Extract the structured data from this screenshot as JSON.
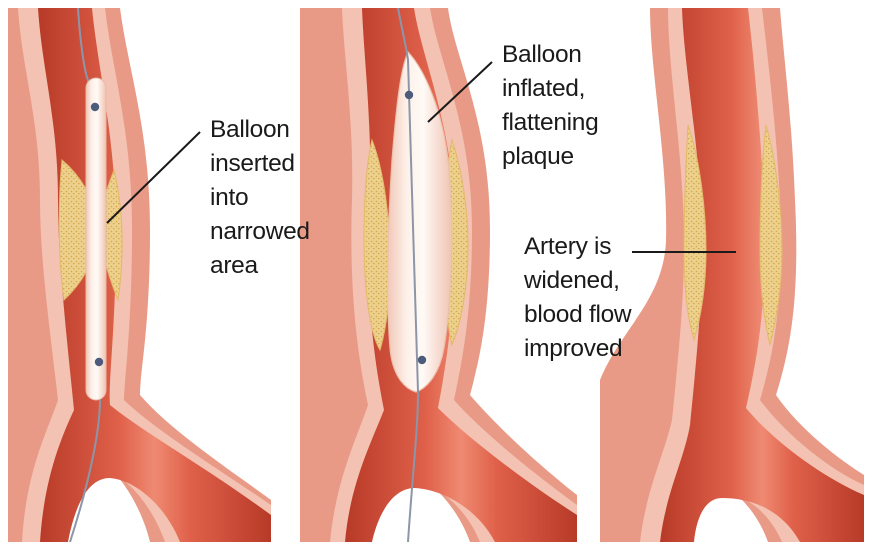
{
  "panels": [
    {
      "id": "balloon-inserted",
      "caption_lines": [
        "Balloon",
        "inserted",
        "into",
        "narrowed",
        "area"
      ]
    },
    {
      "id": "balloon-inflated",
      "caption_lines": [
        "Balloon",
        "inflated,",
        "flattening",
        "plaque"
      ]
    },
    {
      "id": "artery-widened",
      "caption_lines": [
        "Artery is",
        "widened,",
        "blood flow",
        "improved"
      ]
    }
  ],
  "colors": {
    "artery_wall_outer": "#e99a86",
    "artery_wall_inner": "#f3c2b2",
    "artery_wall_highlight": "#fbe3d8",
    "lumen_blood": "#d9543d",
    "lumen_blood_dark": "#b73a28",
    "lumen_highlight": "#ef8a72",
    "plaque": "#ecd08c",
    "plaque_dots": "#d4a94c",
    "balloon": "#fdf3ec",
    "balloon_edge": "#f2cfc0",
    "catheter_wire": "#8c96a8",
    "marker_dot": "#4d5b7c",
    "leader_line": "#1a1a1a",
    "panel_background": "#ffffff",
    "caption_text": "#1a1a1a"
  }
}
